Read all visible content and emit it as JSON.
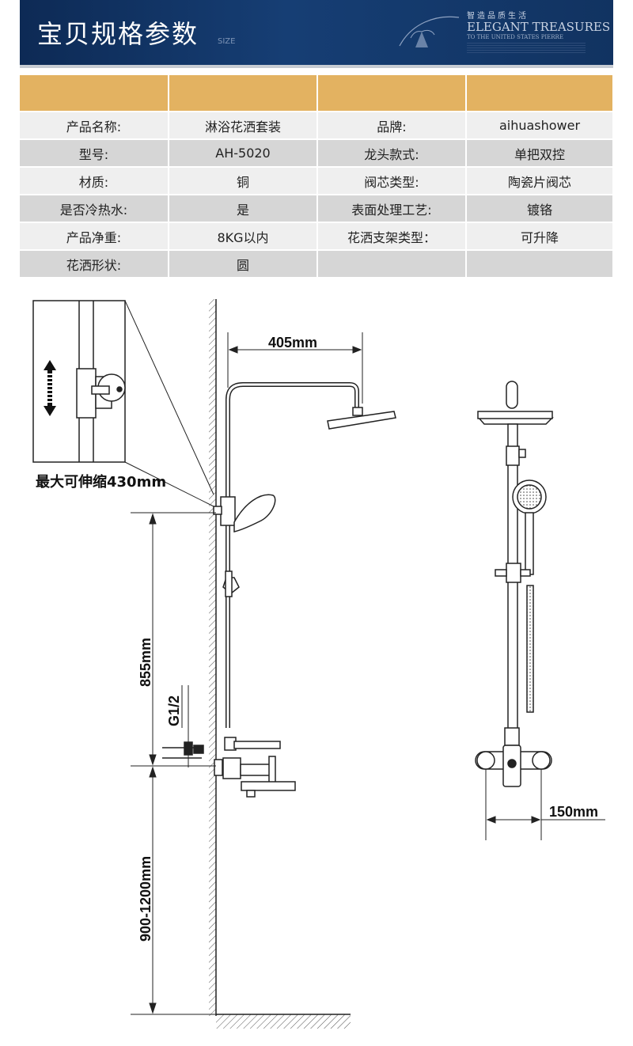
{
  "banner": {
    "title": "宝贝规格参数",
    "size_label": "SIZE",
    "tagline_cn": "智造品质生活",
    "tagline_en": "ELEGANT TREASURES",
    "tagline_sub": "TO THE UNITED STATES PIERRE"
  },
  "specs": [
    [
      "产品名称:",
      "淋浴花洒套装",
      "品牌:",
      "aihuashower"
    ],
    [
      "型号:",
      "AH-5020",
      "龙头款式:",
      "单把双控"
    ],
    [
      "材质:",
      "铜",
      "阀芯类型:",
      "陶瓷片阀芯"
    ],
    [
      "是否冷热水:",
      "是",
      "表面处理工艺:",
      "镀铬"
    ],
    [
      "产品净重:",
      "8KG以内",
      "花洒支架类型：",
      "可升降"
    ],
    [
      "花洒形状:",
      "圆",
      "",
      ""
    ]
  ],
  "diagram": {
    "max_stretch": "最大可伸缩430mm",
    "arm_length": "405mm",
    "height_mid": "855mm",
    "height_low": "900-1200mm",
    "thread": "G1/2",
    "spacing": "150mm"
  }
}
